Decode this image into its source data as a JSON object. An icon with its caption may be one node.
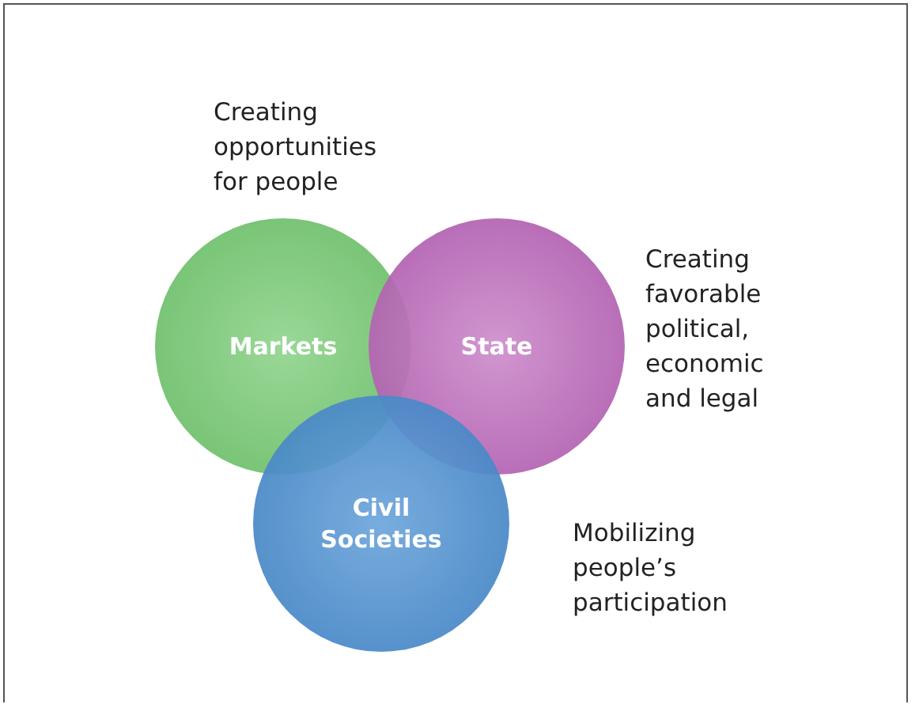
{
  "diagram": {
    "nodes": [
      {
        "text": [
          "Markets"
        ],
        "beside": [
          "Creating opportunities for people"
        ]
      },
      {
        "text": [
          "State"
        ],
        "beside": [
          "Creating favorable political, economic and legal"
        ]
      },
      {
        "text": [
          "Civil Societies"
        ],
        "beside": [
          "Mobilizing people’s participation"
        ]
      }
    ],
    "edges": []
  }
}
